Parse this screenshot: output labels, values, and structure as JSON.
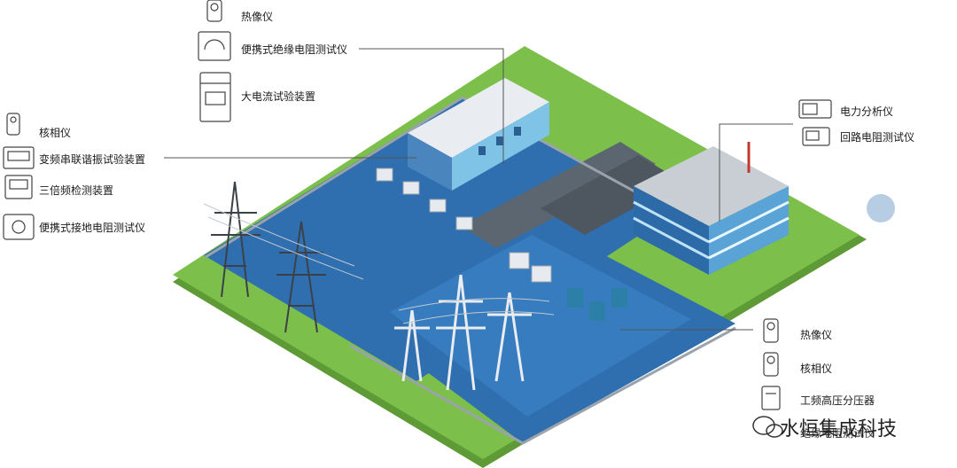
{
  "labels_top": {
    "thermal_imager": "热像仪",
    "insulation_tester": "便携式绝缘电阻测试仪",
    "high_current": "大电流试验装置"
  },
  "labels_left": {
    "phase_checker": "核相仪",
    "resonance": "变频串联谐振试验装置",
    "triple_freq": "三倍频检测装置",
    "ground_tester": "便携式接地电阻测试仪"
  },
  "labels_right_top": {
    "power_analyzer": "电力分析仪",
    "loop_tester": "回路电阻测试仪"
  },
  "labels_right_bottom": {
    "thermal_imager": "热像仪",
    "phase_checker": "核相仪",
    "voltage_divider": "工频高压分压器"
  },
  "watermark": {
    "brand": "水恒集成科技",
    "obscured_text": "绝缘电阻测试仪"
  },
  "colors": {
    "grass": "#7cbf4a",
    "grass_edge": "#5e9b36",
    "yard": "#2f6fb0",
    "yard_light": "#3d86c9",
    "road": "#5c6670",
    "building_wall": "#7fc3e6",
    "building_roof": "#e9edf1",
    "tower": "#444a52"
  },
  "icons": {
    "device_thermal": "thermal-imager-icon",
    "device_meter": "insulation-meter-icon",
    "device_cabinet": "current-cabinet-icon"
  }
}
